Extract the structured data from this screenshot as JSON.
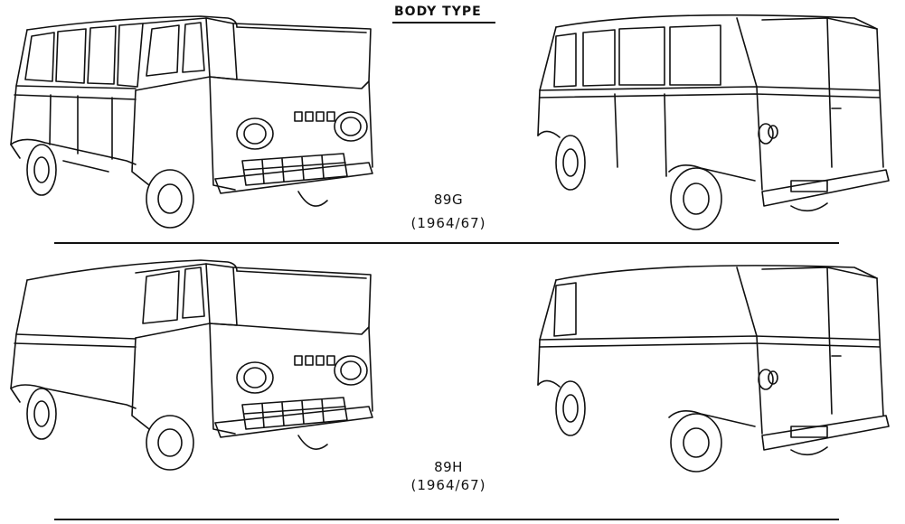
{
  "header": {
    "title": "BODY TYPE"
  },
  "sections": [
    {
      "code": "89G",
      "years": "(1964/67)"
    },
    {
      "code": "89H",
      "years": "(1964/67)"
    }
  ],
  "illustrations": [
    {
      "view": "front",
      "variant": "windows"
    },
    {
      "view": "rear",
      "variant": "windows"
    },
    {
      "view": "front",
      "variant": "panel"
    },
    {
      "view": "rear",
      "variant": "panel"
    }
  ],
  "colors": {
    "ink": "#111111",
    "paper": "#ffffff"
  }
}
